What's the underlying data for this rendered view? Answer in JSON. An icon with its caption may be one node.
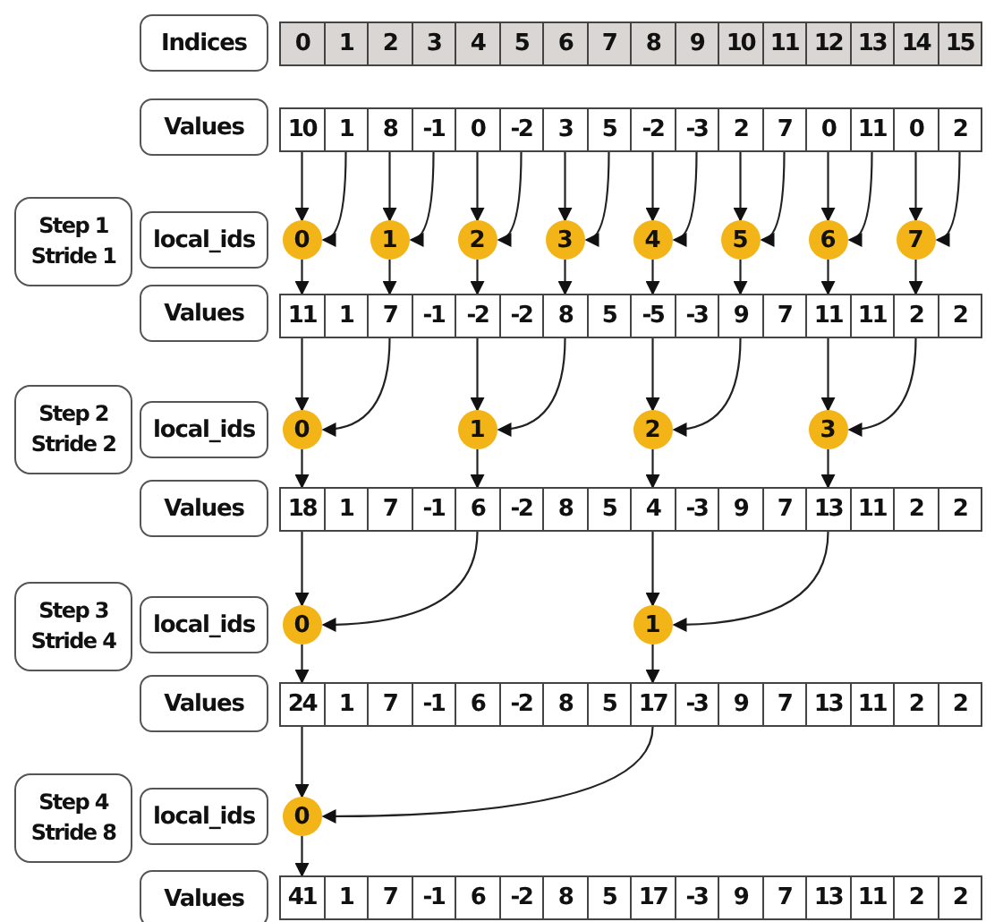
{
  "diagram": {
    "nodes": [
      {
        "text": [
          "Indices"
        ]
      },
      {
        "text": [
          "0"
        ]
      },
      {
        "text": [
          "1"
        ]
      },
      {
        "text": [
          "2"
        ]
      },
      {
        "text": [
          "3"
        ]
      },
      {
        "text": [
          "4"
        ]
      },
      {
        "text": [
          "5"
        ]
      },
      {
        "text": [
          "6"
        ]
      },
      {
        "text": [
          "7"
        ]
      },
      {
        "text": [
          "8"
        ]
      },
      {
        "text": [
          "9"
        ]
      },
      {
        "text": [
          "10"
        ]
      },
      {
        "text": [
          "11"
        ]
      },
      {
        "text": [
          "12"
        ]
      },
      {
        "text": [
          "13"
        ]
      },
      {
        "text": [
          "14"
        ]
      },
      {
        "text": [
          "15"
        ]
      },
      {
        "text": [
          "Values"
        ]
      },
      {
        "text": [
          "10"
        ]
      },
      {
        "text": [
          "1"
        ]
      },
      {
        "text": [
          "8"
        ]
      },
      {
        "text": [
          "-1"
        ]
      },
      {
        "text": [
          "0"
        ]
      },
      {
        "text": [
          "-2"
        ]
      },
      {
        "text": [
          "3"
        ]
      },
      {
        "text": [
          "5"
        ]
      },
      {
        "text": [
          "-2"
        ]
      },
      {
        "text": [
          "-3"
        ]
      },
      {
        "text": [
          "2"
        ]
      },
      {
        "text": [
          "7"
        ]
      },
      {
        "text": [
          "0"
        ]
      },
      {
        "text": [
          "11"
        ]
      },
      {
        "text": [
          "0"
        ]
      },
      {
        "text": [
          "2"
        ]
      },
      {
        "text": [
          "Step 1",
          "Stride 1"
        ]
      },
      {
        "text": [
          "local_ids"
        ]
      },
      {
        "text": [
          "0"
        ]
      },
      {
        "text": [
          "1"
        ]
      },
      {
        "text": [
          "2"
        ]
      },
      {
        "text": [
          "3"
        ]
      },
      {
        "text": [
          "4"
        ]
      },
      {
        "text": [
          "5"
        ]
      },
      {
        "text": [
          "6"
        ]
      },
      {
        "text": [
          "7"
        ]
      },
      {
        "text": [
          "Values"
        ]
      },
      {
        "text": [
          "11"
        ]
      },
      {
        "text": [
          "1"
        ]
      },
      {
        "text": [
          "7"
        ]
      },
      {
        "text": [
          "-1"
        ]
      },
      {
        "text": [
          "-2"
        ]
      },
      {
        "text": [
          "-2"
        ]
      },
      {
        "text": [
          "8"
        ]
      },
      {
        "text": [
          "5"
        ]
      },
      {
        "text": [
          "-5"
        ]
      },
      {
        "text": [
          "-3"
        ]
      },
      {
        "text": [
          "9"
        ]
      },
      {
        "text": [
          "7"
        ]
      },
      {
        "text": [
          "11"
        ]
      },
      {
        "text": [
          "11"
        ]
      },
      {
        "text": [
          "2"
        ]
      },
      {
        "text": [
          "2"
        ]
      },
      {
        "text": [
          "Step 2",
          "Stride 2"
        ]
      },
      {
        "text": [
          "local_ids"
        ]
      },
      {
        "text": [
          "0"
        ]
      },
      {
        "text": [
          "1"
        ]
      },
      {
        "text": [
          "2"
        ]
      },
      {
        "text": [
          "3"
        ]
      },
      {
        "text": [
          "Values"
        ]
      },
      {
        "text": [
          "18"
        ]
      },
      {
        "text": [
          "1"
        ]
      },
      {
        "text": [
          "7"
        ]
      },
      {
        "text": [
          "-1"
        ]
      },
      {
        "text": [
          "6"
        ]
      },
      {
        "text": [
          "-2"
        ]
      },
      {
        "text": [
          "8"
        ]
      },
      {
        "text": [
          "5"
        ]
      },
      {
        "text": [
          "4"
        ]
      },
      {
        "text": [
          "-3"
        ]
      },
      {
        "text": [
          "9"
        ]
      },
      {
        "text": [
          "7"
        ]
      },
      {
        "text": [
          "13"
        ]
      },
      {
        "text": [
          "11"
        ]
      },
      {
        "text": [
          "2"
        ]
      },
      {
        "text": [
          "2"
        ]
      },
      {
        "text": [
          "Step 3",
          "Stride 4"
        ]
      },
      {
        "text": [
          "local_ids"
        ]
      },
      {
        "text": [
          "0"
        ]
      },
      {
        "text": [
          "1"
        ]
      },
      {
        "text": [
          "Values"
        ]
      },
      {
        "text": [
          "24"
        ]
      },
      {
        "text": [
          "1"
        ]
      },
      {
        "text": [
          "7"
        ]
      },
      {
        "text": [
          "-1"
        ]
      },
      {
        "text": [
          "6"
        ]
      },
      {
        "text": [
          "-2"
        ]
      },
      {
        "text": [
          "8"
        ]
      },
      {
        "text": [
          "5"
        ]
      },
      {
        "text": [
          "17"
        ]
      },
      {
        "text": [
          "-3"
        ]
      },
      {
        "text": [
          "9"
        ]
      },
      {
        "text": [
          "7"
        ]
      },
      {
        "text": [
          "13"
        ]
      },
      {
        "text": [
          "11"
        ]
      },
      {
        "text": [
          "2"
        ]
      },
      {
        "text": [
          "2"
        ]
      },
      {
        "text": [
          "Step 4",
          "Stride 8"
        ]
      },
      {
        "text": [
          "local_ids"
        ]
      },
      {
        "text": [
          "0"
        ]
      },
      {
        "text": [
          "Values"
        ]
      },
      {
        "text": [
          "41"
        ]
      },
      {
        "text": [
          "1"
        ]
      },
      {
        "text": [
          "7"
        ]
      },
      {
        "text": [
          "-1"
        ]
      },
      {
        "text": [
          "6"
        ]
      },
      {
        "text": [
          "-2"
        ]
      },
      {
        "text": [
          "8"
        ]
      },
      {
        "text": [
          "5"
        ]
      },
      {
        "text": [
          "17"
        ]
      },
      {
        "text": [
          "-3"
        ]
      },
      {
        "text": [
          "9"
        ]
      },
      {
        "text": [
          "7"
        ]
      },
      {
        "text": [
          "13"
        ]
      },
      {
        "text": [
          "11"
        ]
      },
      {
        "text": [
          "2"
        ]
      },
      {
        "text": [
          "2"
        ]
      }
    ],
    "edges": [
      {
        "from": 18,
        "to": 36,
        "arrow": "to"
      },
      {
        "from": 19,
        "to": 36,
        "arrow": "to"
      },
      {
        "from": 20,
        "to": 37,
        "arrow": "to"
      },
      {
        "from": 21,
        "to": 37,
        "arrow": "to"
      },
      {
        "from": 22,
        "to": 38,
        "arrow": "to"
      },
      {
        "from": 23,
        "to": 38,
        "arrow": "to"
      },
      {
        "from": 24,
        "to": 39,
        "arrow": "to"
      },
      {
        "from": 25,
        "to": 39,
        "arrow": "to"
      },
      {
        "from": 26,
        "to": 40,
        "arrow": "to"
      },
      {
        "from": 27,
        "to": 40,
        "arrow": "to"
      },
      {
        "from": 28,
        "to": 41,
        "arrow": "to"
      },
      {
        "from": 29,
        "to": 41,
        "arrow": "to"
      },
      {
        "from": 30,
        "to": 42,
        "arrow": "to"
      },
      {
        "from": 31,
        "to": 42,
        "arrow": "to"
      },
      {
        "from": 32,
        "to": 43,
        "arrow": "to"
      },
      {
        "from": 33,
        "to": 43,
        "arrow": "to"
      },
      {
        "from": 36,
        "to": 45,
        "arrow": "to"
      },
      {
        "from": 37,
        "to": 47,
        "arrow": "to"
      },
      {
        "from": 38,
        "to": 49,
        "arrow": "to"
      },
      {
        "from": 39,
        "to": 51,
        "arrow": "to"
      },
      {
        "from": 40,
        "to": 53,
        "arrow": "to"
      },
      {
        "from": 41,
        "to": 55,
        "arrow": "to"
      },
      {
        "from": 42,
        "to": 57,
        "arrow": "to"
      },
      {
        "from": 43,
        "to": 59,
        "arrow": "to"
      },
      {
        "from": 45,
        "to": 63,
        "arrow": "to"
      },
      {
        "from": 47,
        "to": 63,
        "arrow": "to"
      },
      {
        "from": 49,
        "to": 64,
        "arrow": "to"
      },
      {
        "from": 51,
        "to": 64,
        "arrow": "to"
      },
      {
        "from": 53,
        "to": 65,
        "arrow": "to"
      },
      {
        "from": 55,
        "to": 65,
        "arrow": "to"
      },
      {
        "from": 57,
        "to": 66,
        "arrow": "to"
      },
      {
        "from": 59,
        "to": 66,
        "arrow": "to"
      },
      {
        "from": 63,
        "to": 68,
        "arrow": "to"
      },
      {
        "from": 64,
        "to": 72,
        "arrow": "to"
      },
      {
        "from": 65,
        "to": 76,
        "arrow": "to"
      },
      {
        "from": 66,
        "to": 80,
        "arrow": "to"
      },
      {
        "from": 68,
        "to": 86,
        "arrow": "to"
      },
      {
        "from": 72,
        "to": 86,
        "arrow": "to"
      },
      {
        "from": 76,
        "to": 87,
        "arrow": "to"
      },
      {
        "from": 80,
        "to": 87,
        "arrow": "to"
      },
      {
        "from": 86,
        "to": 89,
        "arrow": "to"
      },
      {
        "from": 87,
        "to": 97,
        "arrow": "to"
      },
      {
        "from": 89,
        "to": 107,
        "arrow": "to"
      },
      {
        "from": 97,
        "to": 107,
        "arrow": "to"
      },
      {
        "from": 107,
        "to": 109,
        "arrow": "to"
      }
    ]
  }
}
